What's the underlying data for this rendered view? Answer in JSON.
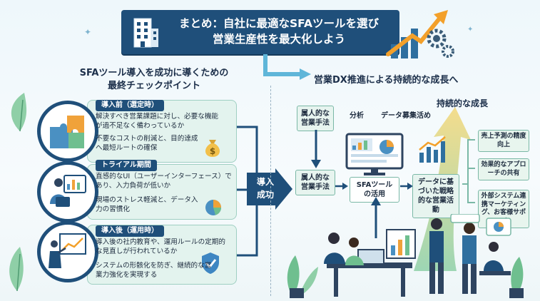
{
  "banner": {
    "line1": "まとめ：自社に最適なSFAツールを選び",
    "line2": "営業生産性を最大化しよう"
  },
  "left": {
    "title_line1": "SFAツール導入を成功に導くための",
    "title_line2": "最終チェックポイント",
    "stages": [
      {
        "label": "導入前（選定時）",
        "points": [
          "解決すべき営業課題に対し、必要な機能が過不足なく備わっているか",
          "不要なコストの削減と、目的達成へ最短ルートの確保"
        ]
      },
      {
        "label": "トライアル期間",
        "points": [
          "直感的なUI（ユーザーインターフェース）であり、入力負荷が低いか",
          "現場のストレス軽減と、データ入力の習慣化"
        ]
      },
      {
        "label": "導入後（運用時）",
        "points": [
          "導入後の社内教育や、運用ルールの定期的な見直しが行われているか",
          "システムの形骸化を防ぎ、継続的な営業力強化を実現する"
        ]
      }
    ],
    "success_label_line1": "導入",
    "success_label_line2": "成功"
  },
  "right": {
    "title": "営業DX推進による持続的な成長へ",
    "flow": {
      "zokujin_top": "属人的な営業手法",
      "bunseki": "分析",
      "data_shuyaku": "データ募集活め",
      "zokujin_mid": "属人的な営業手法",
      "sfa_use": "SFAツールの活用",
      "strategy": "データに基づいた戦略的な営業活動"
    },
    "growth_label": "持続的な成長",
    "results": [
      "売上予測の精度向上",
      "効果的なアプローチの共有",
      "外部システム連携マーケティング、お客様サポート"
    ]
  },
  "colors": {
    "navy": "#1f4f7a",
    "mint": "#e3f3ee",
    "teal": "#7ab8a6",
    "sky_arrow": "#5fb6d9",
    "growth_green": "#8ed0a8",
    "growth_yellow": "#f4d879"
  },
  "icons": [
    "building-icon",
    "rising-arrow-gear-icon",
    "puzzle-icon",
    "money-bag-icon",
    "presenter-icon",
    "pie-chart-icon",
    "teacher-board-icon",
    "shield-check-icon",
    "monitor-dashboard-icon",
    "people-meeting-illustration"
  ]
}
